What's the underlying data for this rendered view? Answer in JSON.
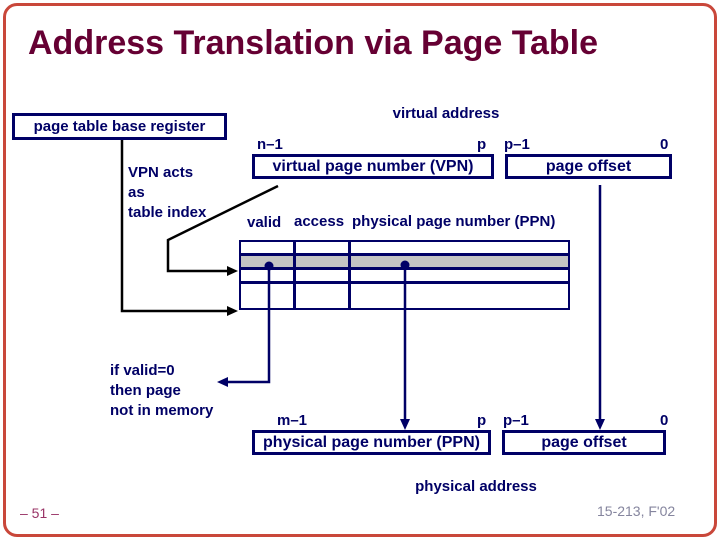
{
  "slide": {
    "title": "Address Translation via Page Table",
    "footer_left": "– 51 –",
    "footer_right": "15-213, F'02",
    "colors": {
      "title_maroon": "#660033",
      "diagram_navy": "#000066",
      "connector_black": "#000000",
      "highlight_row_gray": "#c4c4c4",
      "slide_border_red": "#c9473a",
      "footer_left_color": "#993366",
      "footer_right_color": "#85859e"
    }
  },
  "virtual_address": {
    "label": "virtual address",
    "bit_high": "n–1",
    "bit_p": "p",
    "bit_p1": "p–1",
    "bit_zero": "0",
    "vpn_box": "virtual page number (VPN)",
    "offset_box": "page offset"
  },
  "page_table": {
    "base_register_label": "page table base register",
    "index_note": "VPN acts\nas\ntable index",
    "headers": [
      "valid",
      "access",
      "physical page number (PPN)"
    ],
    "rows": 4,
    "highlighted_row": 2,
    "valid_note": "if valid=0\nthen page\nnot in memory"
  },
  "physical_address": {
    "label": "physical address",
    "bit_high": "m–1",
    "bit_p": "p",
    "bit_p1": "p–1",
    "bit_zero": "0",
    "ppn_box": "physical page number (PPN)",
    "offset_box": "page offset"
  }
}
